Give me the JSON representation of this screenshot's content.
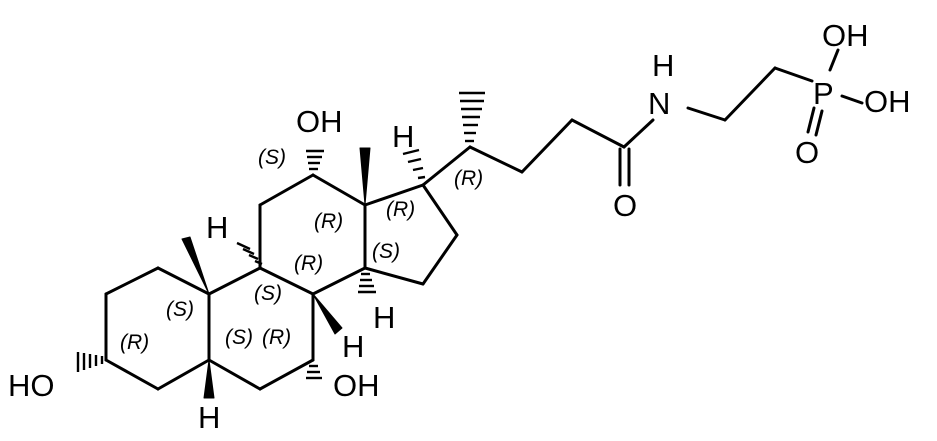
{
  "molecule": {
    "atom_labels": {
      "oh_12": "OH",
      "oh_3": "HO",
      "oh_7": "OH",
      "h_9": "H",
      "h_5": "H",
      "h_8": "H",
      "h_14": "H",
      "h_17": "H",
      "nh_n": "N",
      "nh_h": "H",
      "amide_o": "O",
      "p": "P",
      "p_oh_top": "OH",
      "p_oh_right": "OH",
      "p_o_double": "O"
    },
    "stereo_descriptors": {
      "c12": "(S)",
      "c13": "(R)",
      "c17": "(R)",
      "c20": "(R)",
      "c14": "(S)",
      "c8": "(R)",
      "c9": "(S)",
      "c10": "(S)",
      "c5": "(S)",
      "c7": "(R)",
      "c3": "(R)"
    }
  }
}
